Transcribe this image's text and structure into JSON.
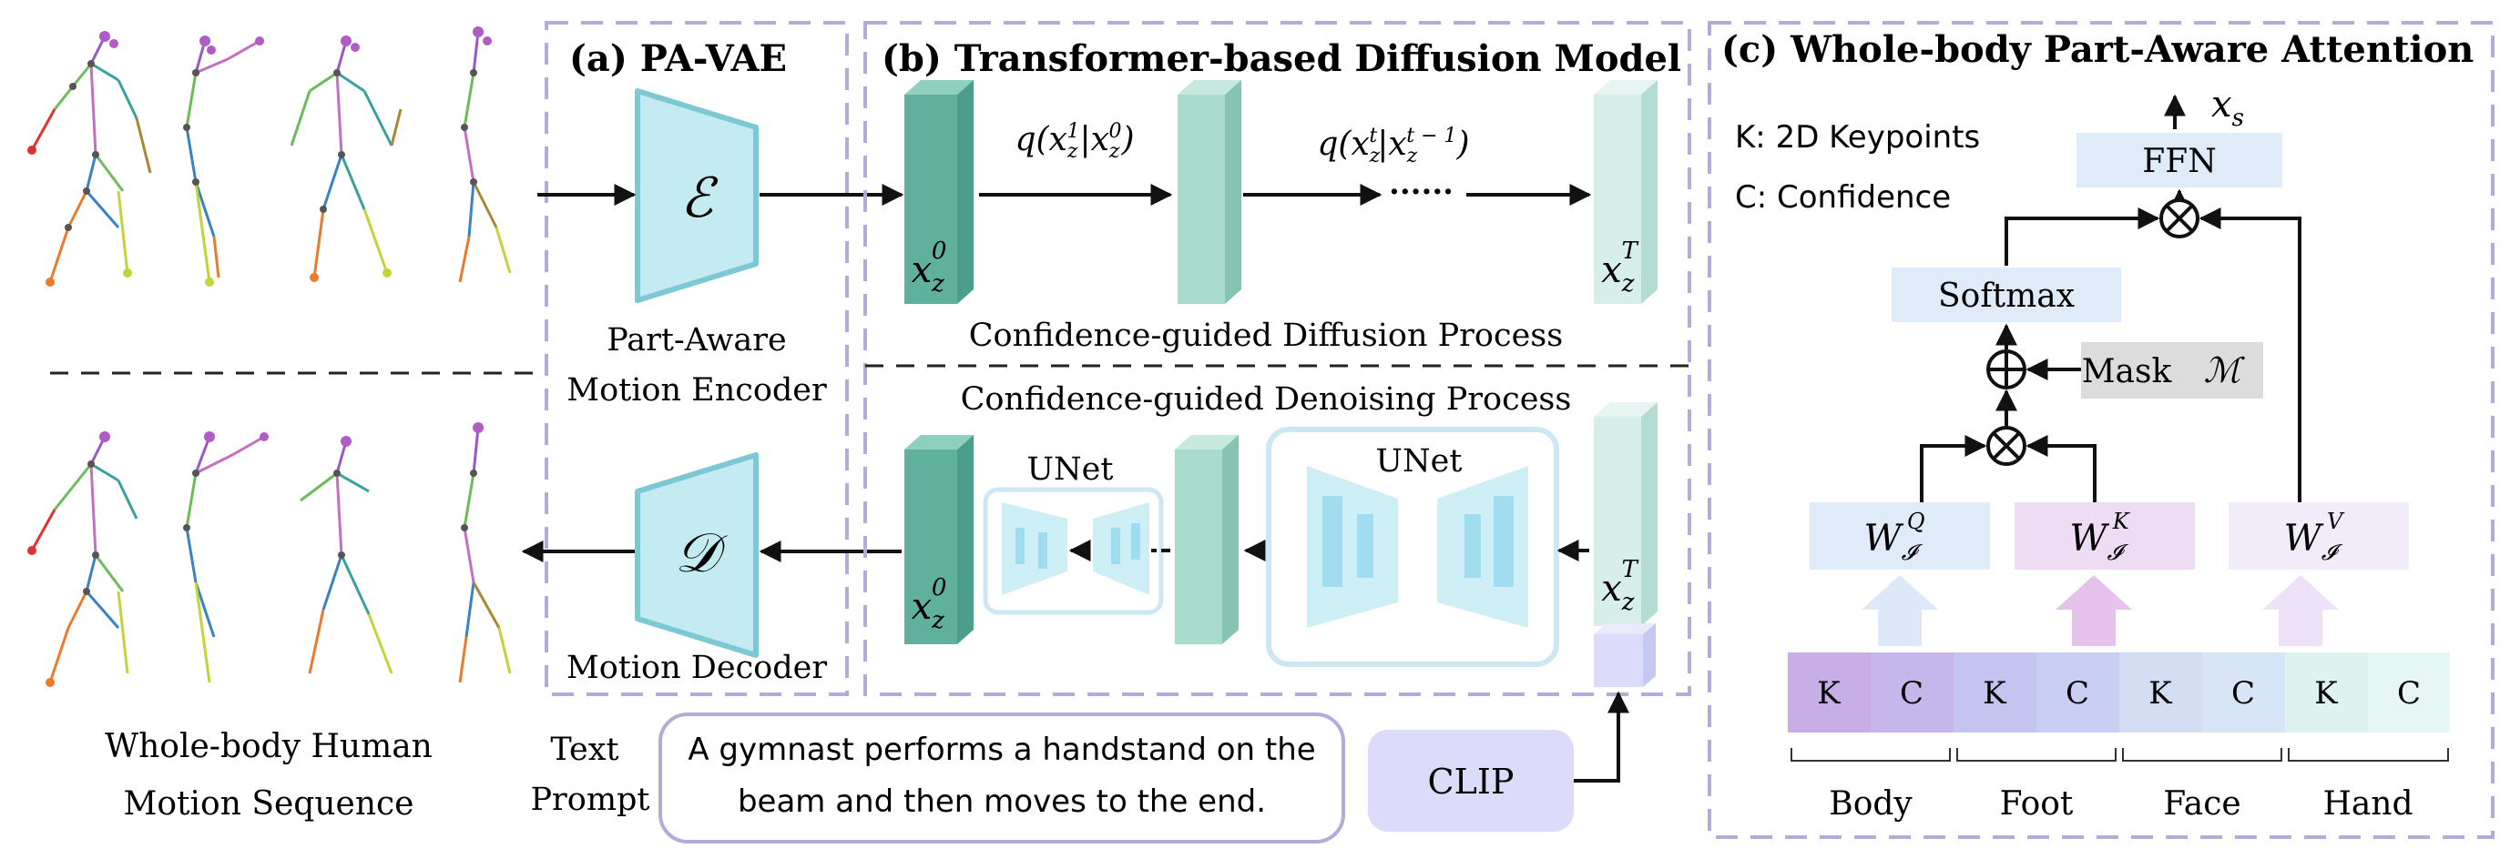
{
  "panel_a": {
    "title": "(a)  PA-VAE",
    "encoder_symbol": "ℰ",
    "decoder_symbol": "𝒟",
    "encoder_caption_1": "Part-Aware",
    "encoder_caption_2": "Motion Encoder",
    "decoder_caption": "Motion Decoder"
  },
  "panel_b": {
    "title": "(b)  Transformer-based Diffusion Model",
    "diffusion_caption": "Confidence-guided Diffusion Process",
    "denoising_caption": "Confidence-guided Denoising Process",
    "q_label_1": {
      "q": "q(",
      "x1": "x",
      "x1sub": "z",
      "x1sup": "1",
      "bar": "|",
      "x2": "x",
      "x2sub": "z",
      "x2sup": "0",
      "close": ")"
    },
    "q_label_2": {
      "q": "q(",
      "x1": "x",
      "x1sub": "z",
      "x1sup": "t",
      "bar": "|",
      "x2": "x",
      "x2sub": "z",
      "x2sup": "t − 1",
      "close": ")"
    },
    "dots": "······",
    "latent_0": {
      "base": "x",
      "sub": "z",
      "sup": "0"
    },
    "latent_T": {
      "base": "x",
      "sub": "z",
      "sup": "T"
    },
    "unet_small": "UNet",
    "unet_large": "UNet",
    "clip": "CLIP"
  },
  "panel_c": {
    "title": "(c)  Whole-body Part-Aware Attention",
    "legend_k": "K: 2D Keypoints",
    "legend_c": "C: Confidence",
    "output": {
      "base": "x",
      "sub": "s"
    },
    "ffn": "FFN",
    "softmax": "Softmax",
    "mask": "Mask",
    "mask_symbol": "ℳ",
    "wq": {
      "base": "W",
      "sub": "𝓘",
      "sup": "Q"
    },
    "wk": {
      "base": "W",
      "sub": "𝓘",
      "sup": "K"
    },
    "wv": {
      "base": "W",
      "sub": "𝓘",
      "sup": "V"
    },
    "tokens": [
      "K",
      "C",
      "K",
      "C",
      "K",
      "C",
      "K",
      "C"
    ],
    "groups": [
      "Body",
      "Foot",
      "Face",
      "Hand"
    ]
  },
  "left": {
    "caption_1": "Whole-body Human",
    "caption_2": "Motion Sequence"
  },
  "prompt": {
    "label_1": "Text",
    "label_2": "Prompt",
    "text_1": "A gymnast performs a handstand on the",
    "text_2": "beam and then moves to the end."
  },
  "colors": {
    "teal_dark": "#5fb19e",
    "teal_mid": "#a9dccd",
    "teal_light": "#d6efe9",
    "dashed_border": "#b3acd9",
    "encoder_fill": "#c3ebf1",
    "encoder_stroke": "#7cc9d4",
    "light_blue": "#e0ebf9",
    "lilac": "#eddcf4",
    "mask_gray": "#dcdcdc"
  }
}
